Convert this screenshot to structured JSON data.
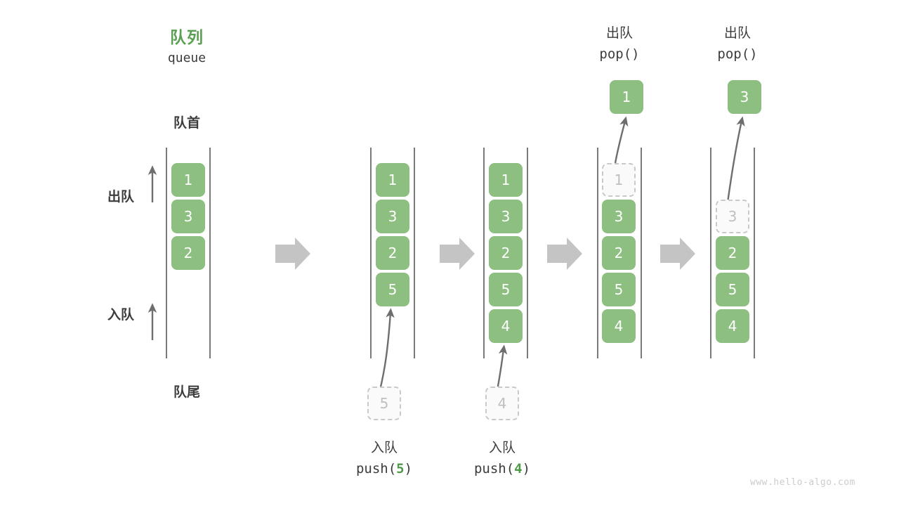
{
  "diagram": {
    "title_cn": "队列",
    "title_en": "queue",
    "front_label": "队首",
    "rear_label": "队尾",
    "dequeue_label": "出队",
    "enqueue_label": "入队",
    "watermark": "www.hello-algo.com",
    "colors": {
      "accent_green": "#5ba052",
      "cell_green": "#8cbf80",
      "ghost_border": "#c9c9c9",
      "ghost_text": "#bfbfbf",
      "rail": "#595959",
      "arrow_gray": "#bfbfbf",
      "text": "#3c3c3c"
    },
    "stages": [
      {
        "id": "initial",
        "cells": [
          "1",
          "3",
          "2"
        ],
        "ghost": null,
        "op_cn": null,
        "op_code": null
      },
      {
        "id": "push-5",
        "cells": [
          "1",
          "3",
          "2",
          "5"
        ],
        "ghost": "5",
        "op_cn": "入队",
        "op_code_prefix": "push(",
        "op_code_arg": "5",
        "op_code_suffix": ")"
      },
      {
        "id": "push-4",
        "cells": [
          "1",
          "3",
          "2",
          "5",
          "4"
        ],
        "ghost": "4",
        "op_cn": "入队",
        "op_code_prefix": "push(",
        "op_code_arg": "4",
        "op_code_suffix": ")"
      },
      {
        "id": "pop-1",
        "cells": [
          "3",
          "2",
          "5",
          "4"
        ],
        "ghost": "1",
        "popped": "1",
        "op_cn": "出队",
        "op_code_prefix": "pop(",
        "op_code_arg": "",
        "op_code_suffix": ")"
      },
      {
        "id": "pop-3",
        "cells": [
          "2",
          "5",
          "4"
        ],
        "ghost": "3",
        "popped": "3",
        "op_cn": "出队",
        "op_code_prefix": "pop(",
        "op_code_arg": "",
        "op_code_suffix": ")"
      }
    ],
    "stage_arrows": 4
  }
}
